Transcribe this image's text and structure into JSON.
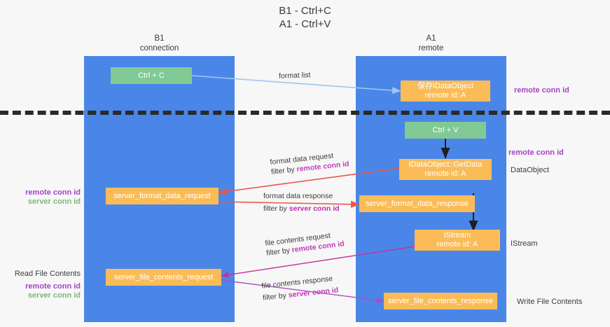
{
  "title": {
    "line1": "B1 - Ctrl+C",
    "line2": "A1 - Ctrl+V"
  },
  "lanes": [
    {
      "name": "B1",
      "sub": "connection"
    },
    {
      "name": "A1",
      "sub": "remote"
    }
  ],
  "nodes": {
    "ctrl_c": "Ctrl + C",
    "save_idataobject_l1": "保存IDataObject",
    "save_idataobject_l2": "remote id: A",
    "ctrl_v": "Ctrl + V",
    "getdata_l1": "IDataObject::GetData",
    "getdata_l2": "remote id: A",
    "server_format_data_request": "server_format_data_request",
    "server_format_data_response": "server_format_data_response",
    "istream_l1": "IStream",
    "istream_l2": "remote id: A",
    "server_file_contents_request": "server_file_contents_request",
    "server_file_contents_response": "server_file_contents_response"
  },
  "edges": {
    "format_list": "format list",
    "format_data_request": "format data request",
    "format_data_request_filter_pre": "filter by ",
    "format_data_request_filter_key": "remote conn id",
    "format_data_response": "format data response",
    "format_data_response_filter_pre": "filter by ",
    "format_data_response_filter_key": "server conn id",
    "file_contents_request": "file contents request",
    "file_contents_request_filter_pre": "filter by ",
    "file_contents_request_filter_key": "remote conn id",
    "file_contents_response": "file contents response",
    "file_contents_response_filter_pre": "filter by ",
    "file_contents_response_filter_key": "server conn id"
  },
  "annotations": {
    "right_remote_conn_id_top": "remote conn id",
    "right_remote_conn_id_mid": "remote conn id",
    "right_dataobject": "DataObject",
    "right_istream": "IStream",
    "right_write_file_contents": "Write File Contents",
    "left_remote_conn_id_mid": "remote conn id",
    "left_server_conn_id_mid": "server conn id",
    "left_read_file_contents": "Read File Contents",
    "left_remote_conn_id_bottom": "remote conn id",
    "left_server_conn_id_bottom": "server conn id"
  },
  "colors": {
    "lane": "#4a86e8",
    "green_box": "#81c995",
    "orange_box": "#fbbc57",
    "purple_key": "#a644c8",
    "green_key": "#7cb87c",
    "blue_arrow": "#9fc5f0",
    "red_arrow": "#e8584b",
    "magenta_arrow": "#c2349f",
    "purple_arrow": "#a94fc0",
    "divider": "#2a2a2a",
    "background": "#f7f7f7"
  }
}
